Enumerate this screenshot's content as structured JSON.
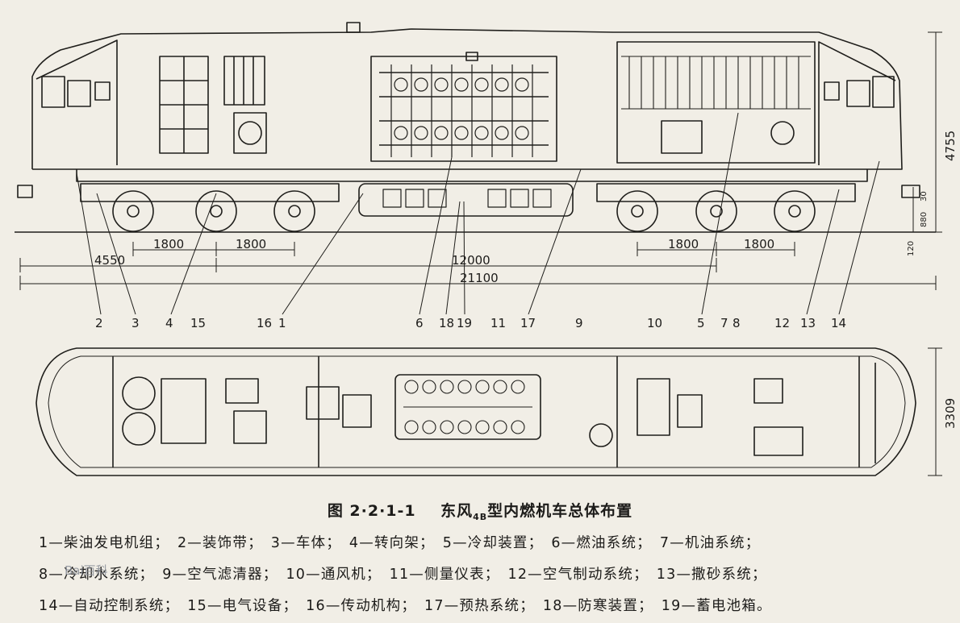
{
  "callouts_side": [
    "2",
    "3",
    "4",
    "15",
    "16",
    "1",
    "6",
    "18",
    "19",
    "11",
    "17",
    "9",
    "10",
    "5",
    "7",
    "8",
    "12",
    "13",
    "14"
  ],
  "callouts_side_layout": null,
  "dimensions": {
    "bogie_spacing_left_1": "1800",
    "bogie_spacing_left_2": "1800",
    "bogie_spacing_right_1": "1800",
    "bogie_spacing_right_2": "1800",
    "front_offset": "4550",
    "bogie_center_distance": "12000",
    "total_length": "21100",
    "height": "4755",
    "height_rail_a": "880",
    "height_rail_b": "30",
    "wheel_small": "120",
    "width": "3309"
  },
  "caption": {
    "figure_no": "图 2·2·1-1",
    "title_prefix": "东风",
    "title_sub": "4B",
    "title_suffix": "型内燃机车总体布置"
  },
  "legend": [
    "1—柴油发电机组；",
    "2—装饰带；",
    "3—车体；",
    "4—转向架；",
    "5—冷却装置；",
    "6—燃油系统；",
    "7—机油系统；",
    "8—冷却水系统；",
    "9—空气滤清器；",
    "10—通风机；",
    "11—侧量仪表；",
    "12—空气制动系统；",
    "13—撒砂系统；",
    "14—自动控制系统；",
    "15—电气设备；",
    "16—传动机构；",
    "17—预热系统；",
    "18—防寒装置；",
    "19—蓄电池箱。"
  ],
  "watermark": "Bai百科"
}
